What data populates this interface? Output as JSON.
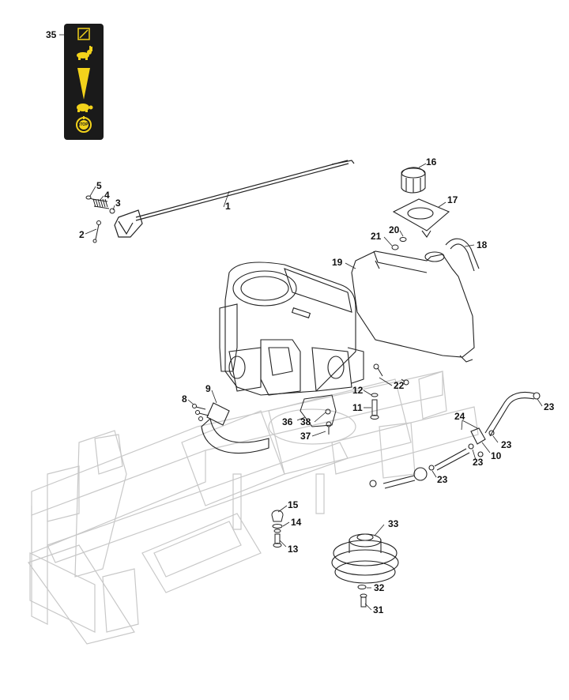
{
  "callouts": {
    "c35": "35",
    "c1": "1",
    "c2": "2",
    "c3": "3",
    "c4": "4",
    "c5": "5",
    "c16": "16",
    "c17": "17",
    "c18": "18",
    "c19": "19",
    "c20": "20",
    "c21": "21",
    "c8": "8",
    "c9": "9",
    "c11": "11",
    "c12": "12",
    "c22": "22",
    "c36": "36",
    "c37": "37",
    "c38": "38",
    "c24": "24",
    "c23a": "23",
    "c23b": "23",
    "c23c": "23",
    "c23d": "23",
    "c10": "10",
    "c15": "15",
    "c14": "14",
    "c13": "13",
    "c33": "33",
    "c32": "32",
    "c31": "31"
  },
  "decal": {
    "stop_text": "STOP",
    "background": "#1a1a1a",
    "symbol_color": "#f2d21b"
  },
  "colors": {
    "part_line": "#222222",
    "frame_line": "#c8c8c8"
  }
}
